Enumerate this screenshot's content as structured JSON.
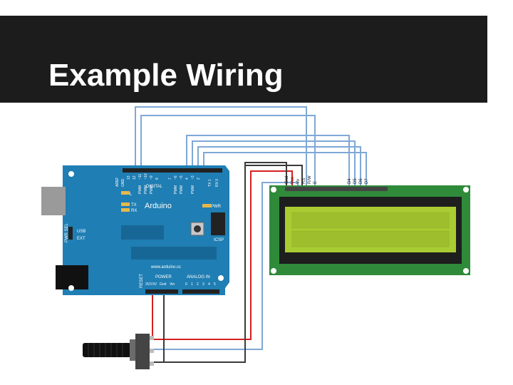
{
  "slide": {
    "title": "Example Wiring"
  },
  "arduino": {
    "logo": "Arduino",
    "header_labels": [
      "AREF",
      "GND",
      "13",
      "12",
      "~11",
      "~10",
      "~9",
      "8",
      "7",
      "~6",
      "~5",
      "4",
      "~3",
      "2",
      "TX 1",
      "RX 0"
    ],
    "digital_label": "DIGITAL",
    "pwm_labels": [
      "PWM",
      "PWM",
      "PWM",
      "PWM",
      "PWM",
      "PWM"
    ],
    "led_labels": [
      "L",
      "TX",
      "RX"
    ],
    "pwr_label": "PWR",
    "pwr_sel_label": "PWR SEL",
    "usb_label": "USB",
    "ext_label": "EXT",
    "icsp_label": "ICSP",
    "reset_label": "RESET",
    "url": "www.arduino.cc",
    "power_label": "POWER",
    "power_pins": [
      "3V3",
      "5V",
      "Gnd",
      "Vin"
    ],
    "analog_label": "ANALOG IN",
    "analog_pins": [
      "0",
      "1",
      "2",
      "3",
      "4",
      "5"
    ]
  },
  "lcd": {
    "pin_labels": [
      "Gnd",
      "Vcc",
      "Vo",
      "RS",
      "R/W",
      "E",
      "D4",
      "D5",
      "D6",
      "D7"
    ]
  },
  "colors": {
    "title_bar": "#1c1c1c",
    "arduino_board": "#1f7eb3",
    "lcd_board": "#2f8a3a",
    "lcd_screen": "#a9cc32",
    "wire_signal": "#7ea8d6",
    "wire_power": "#d62020",
    "wire_ground": "#3a3a3a"
  }
}
